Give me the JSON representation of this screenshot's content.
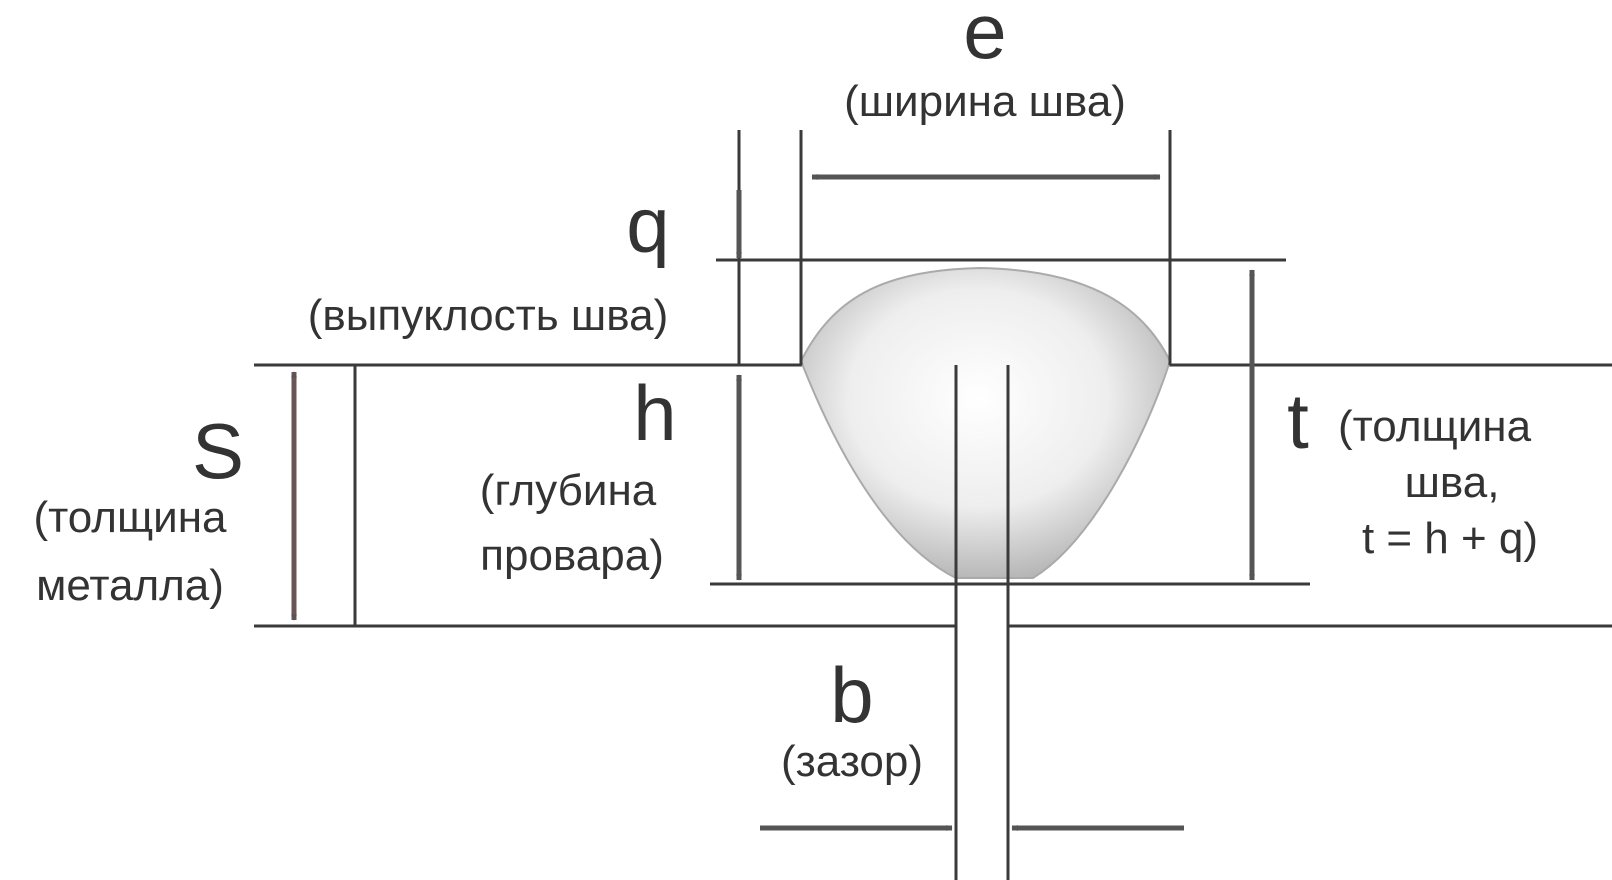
{
  "labels": {
    "e": {
      "symbol": "e",
      "caption": "(ширина шва)"
    },
    "q": {
      "symbol": "q",
      "caption": "(выпуклость шва)"
    },
    "S": {
      "symbol": "S",
      "caption_line1": "(толщина",
      "caption_line2": "металла)"
    },
    "h": {
      "symbol": "h",
      "caption_line1": "(глубина",
      "caption_line2": "провара)"
    },
    "t": {
      "symbol": "t",
      "caption_line1": "(толщина",
      "caption_line2": "шва,",
      "caption_line3": "t = h + q)"
    },
    "b": {
      "symbol": "b",
      "caption": "(зазор)"
    }
  },
  "colors": {
    "line": "#3a3a3a",
    "dimension_arrow": "#555555",
    "thickness_arrow": "#6b5656",
    "weld_light": "#ffffff",
    "weld_dark": "#9c9c9c"
  }
}
